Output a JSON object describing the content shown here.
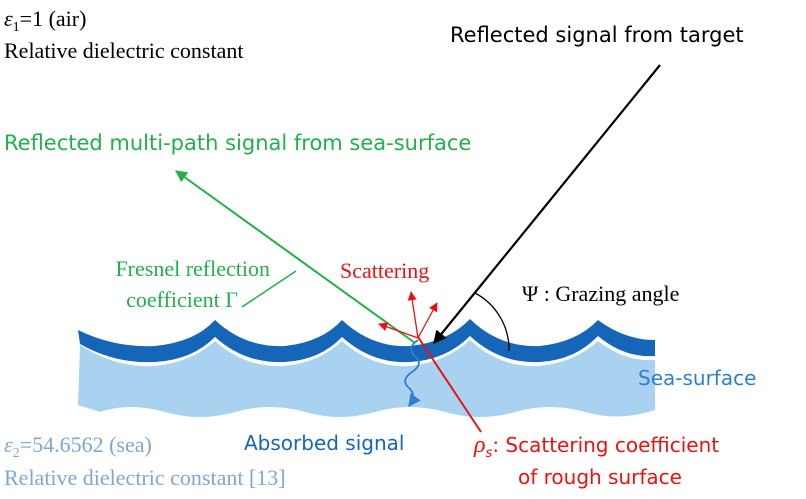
{
  "air": {
    "eps_symbol": "ε",
    "eps_sub": "1",
    "eps_value": "=1 (air)",
    "label": "Relative dielectric constant"
  },
  "sea": {
    "eps_symbol": "ε",
    "eps_sub": "2",
    "eps_value": "=54.6562 (sea)",
    "label": "Relative dielectric constant [13]"
  },
  "labels": {
    "reflected_target": "Reflected signal from target",
    "multipath": "Reflected multi-path signal from sea-surface",
    "fresnel_line1": "Fresnel reflection",
    "fresnel_line2": "coefficient Γ",
    "scattering": "Scattering",
    "grazing": "Ψ : Grazing angle",
    "sea_surface": "Sea-surface",
    "absorbed": "Absorbed signal",
    "rho_symbol": "ρ",
    "rho_sub": "s",
    "scatter_coef_line1": ": Scattering coefficient",
    "scatter_coef_line2": "of rough surface"
  },
  "colors": {
    "green": "#22b04b",
    "red": "#ee1111",
    "dark_blue": "#1565b8",
    "mid_blue": "#2f7fd0",
    "light_blue": "#a9d2f1",
    "black": "#000000"
  }
}
